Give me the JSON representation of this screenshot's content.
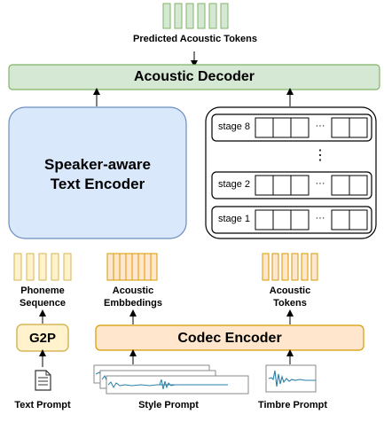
{
  "title": "Predicted Acoustic Tokens",
  "decoder": {
    "label": "Acoustic Decoder"
  },
  "text_encoder": {
    "label": "Speaker-aware\nText Encoder"
  },
  "stages": {
    "top": "stage 8",
    "middle": "stage 2",
    "bottom": "stage 1",
    "ellipsis": "···",
    "vdots": "⋮"
  },
  "phoneme_label": "Phoneme\nSequence",
  "embeddings_label": "Acoustic\nEmbbedings",
  "tokens_label": "Acoustic\nTokens",
  "g2p": {
    "label": "G2P"
  },
  "codec_encoder": {
    "label": "Codec Encoder"
  },
  "prompts": {
    "text": "Text Prompt",
    "style": "Style Prompt",
    "timbre": "Timbre Prompt"
  },
  "colors": {
    "green_fill": "#d5e8d4",
    "green_stroke": "#82b366",
    "blue_fill": "#dae8fc",
    "blue_stroke": "#6c8ebf",
    "yellow_fill": "#fff2cc",
    "yellow_stroke": "#d6b656",
    "orange_fill": "#ffe6cc",
    "orange_stroke": "#d79b00",
    "wave": "#2a7fa8"
  }
}
